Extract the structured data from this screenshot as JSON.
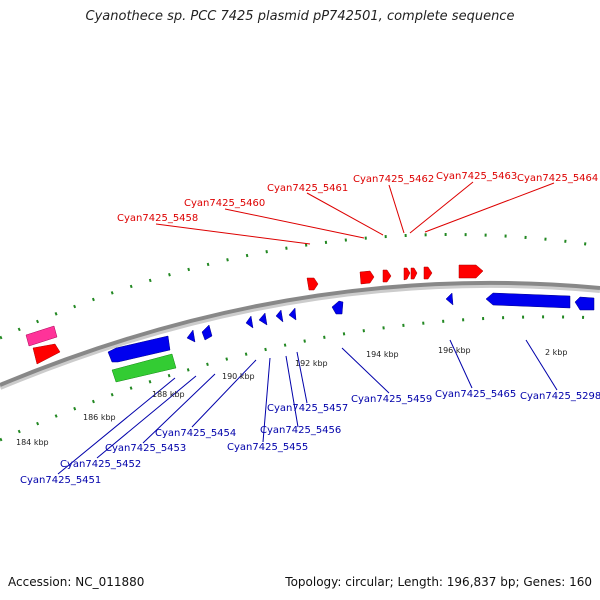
{
  "header": {
    "title": "Cyanothece sp. PCC 7425 plasmid pP742501, complete sequence"
  },
  "footer": {
    "accession": "Accession: NC_011880",
    "summary": "Topology: circular; Length: 196,837 bp; Genes: 160"
  },
  "colors": {
    "forward_label": "#dd0000",
    "reverse_label": "#0000aa",
    "forward_gene": "#ff0000",
    "reverse_gene": "#0000ee",
    "rna_gene": "#33cc33",
    "other_gene": "#ff3399",
    "backbone": "#888888",
    "ticks": "#228822"
  },
  "map": {
    "kbp_labels": [
      "184 kbp",
      "186 kbp",
      "188 kbp",
      "190 kbp",
      "192 kbp",
      "194 kbp",
      "196 kbp",
      "2 kbp"
    ],
    "forward_gene_labels": [
      "Cyan7425_5458",
      "Cyan7425_5460",
      "Cyan7425_5461",
      "Cyan7425_5462",
      "Cyan7425_5463",
      "Cyan7425_5464"
    ],
    "reverse_gene_labels": [
      "Cyan7425_5451",
      "Cyan7425_5452",
      "Cyan7425_5453",
      "Cyan7425_5454",
      "Cyan7425_5455",
      "Cyan7425_5456",
      "Cyan7425_5457",
      "Cyan7425_5459",
      "Cyan7425_5465",
      "Cyan7425_5298"
    ]
  }
}
